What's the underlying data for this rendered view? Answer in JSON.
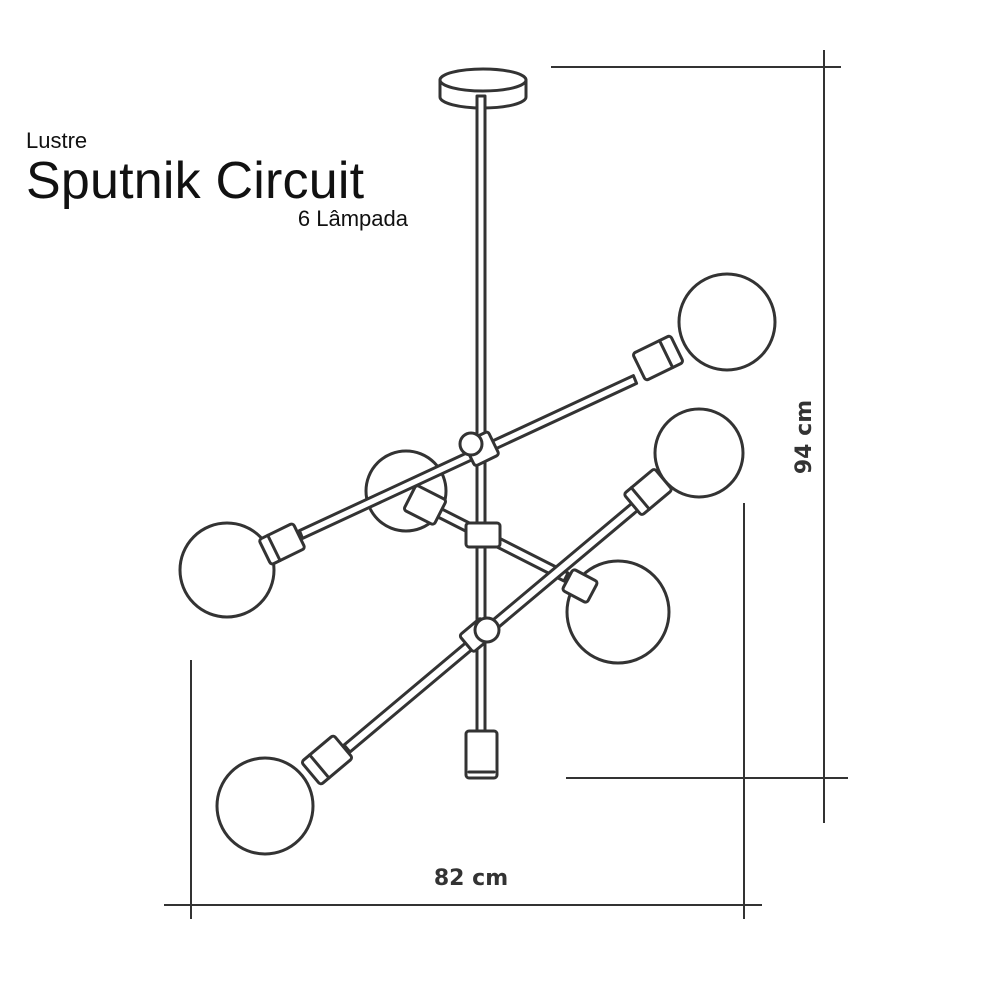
{
  "header": {
    "kicker": "Lustre",
    "product_name": "Sputnik Circuit",
    "subtitle": "6 Lâmpada"
  },
  "dimensions": {
    "height_label": "94 cm",
    "width_label": "82 cm"
  },
  "colors": {
    "line": "#333333",
    "background": "#ffffff"
  }
}
